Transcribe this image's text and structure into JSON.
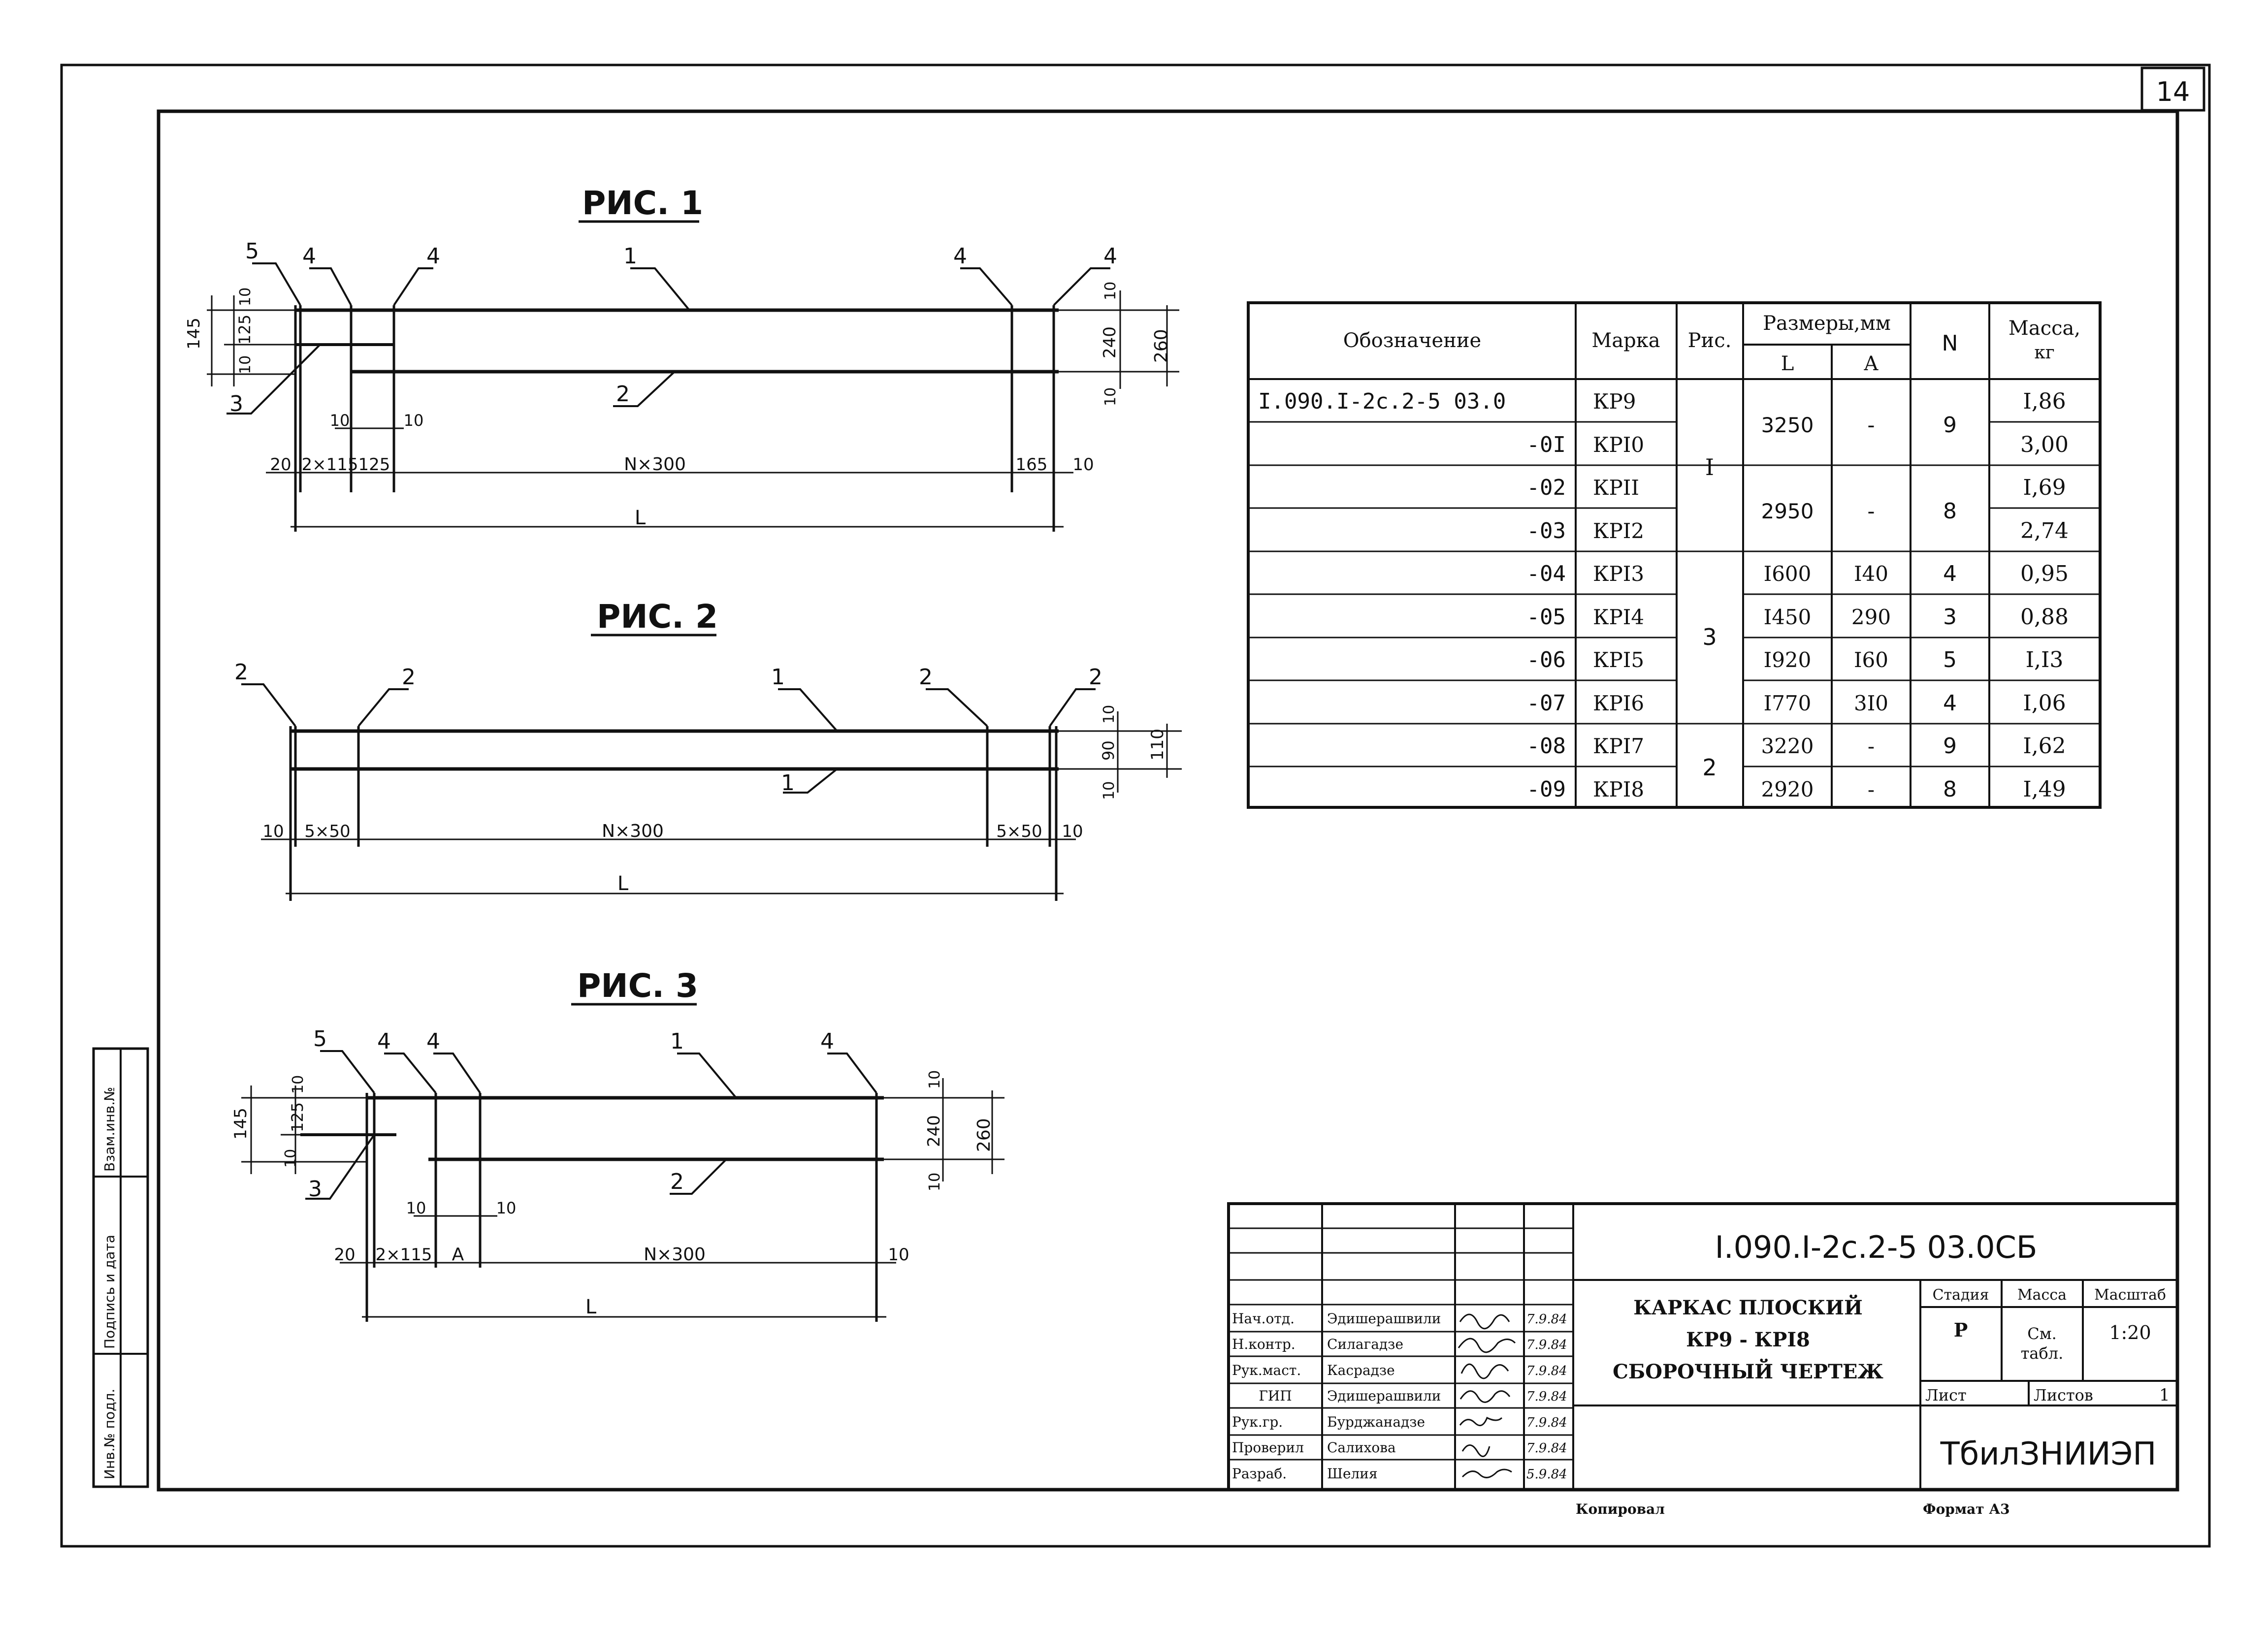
{
  "sheet": {
    "page_number": "14",
    "format_label": "Формат А3",
    "copied_label": "Копировал"
  },
  "side_stamp": {
    "vzam_inv": "Взам.инв.№",
    "signature_date": "Подпись и дата",
    "inv_podl": "Инв.№ подл."
  },
  "fig1": {
    "title": "РИС. 1",
    "callouts": [
      "5",
      "4",
      "4",
      "1",
      "4",
      "4",
      "3",
      "2"
    ],
    "dims": {
      "d145": "145",
      "d125": "125",
      "d10a": "10",
      "d10b": "10",
      "d10r1": "10",
      "d240": "240",
      "d10r2": "10",
      "d260": "260",
      "d10m1": "10",
      "d10m2": "10",
      "d20": "20",
      "d2x115": "2×115",
      "d125b": "125",
      "dNx300": "N×300",
      "d165": "165",
      "d10end": "10",
      "dL": "L"
    }
  },
  "fig2": {
    "title": "РИС. 2",
    "callouts": [
      "2",
      "2",
      "1",
      "2",
      "2",
      "1"
    ],
    "dims": {
      "d10r1": "10",
      "d90": "90",
      "d10r2": "10",
      "d110": "110",
      "d10": "10",
      "d5x50a": "5×50",
      "dNx300": "N×300",
      "d5x50b": "5×50",
      "d10end": "10",
      "dL": "L"
    }
  },
  "fig3": {
    "title": "РИС. 3",
    "callouts": [
      "5",
      "4",
      "4",
      "1",
      "4",
      "3",
      "2"
    ],
    "dims": {
      "d145": "145",
      "d125": "125",
      "d10a": "10",
      "d10b": "10",
      "d10r1": "10",
      "d240": "240",
      "d10r2": "10",
      "d260": "260",
      "d10m1": "10",
      "d10m2": "10",
      "d20": "20",
      "d2x115": "2×115",
      "dA": "A",
      "dNx300": "N×300",
      "d10end": "10",
      "dL": "L"
    }
  },
  "spec_table": {
    "headers": {
      "designation": "Обозначение",
      "mark": "Марка",
      "fig": "Рис.",
      "sizes": "Размеры,мм",
      "L": "L",
      "A": "A",
      "N": "N",
      "mass": "Масса,",
      "mass_unit": "кг"
    },
    "rows": [
      {
        "designation": "I.090.I-2c.2-5 03.0",
        "mark": "КР9",
        "mass": "I,86"
      },
      {
        "designation": "-0I",
        "mark": "КРI0",
        "mass": "3,00"
      },
      {
        "designation": "-02",
        "mark": "КРII",
        "mass": "I,69"
      },
      {
        "designation": "-03",
        "mark": "КРI2",
        "mass": "2,74"
      },
      {
        "designation": "-04",
        "mark": "КРI3",
        "L": "I600",
        "A": "I40",
        "N": "4",
        "mass": "0,95"
      },
      {
        "designation": "-05",
        "mark": "КРI4",
        "L": "I450",
        "A": "290",
        "N": "3",
        "mass": "0,88"
      },
      {
        "designation": "-06",
        "mark": "КРI5",
        "L": "I920",
        "A": "I60",
        "N": "5",
        "mass": "I,I3"
      },
      {
        "designation": "-07",
        "mark": "КРI6",
        "L": "I770",
        "A": "3I0",
        "N": "4",
        "mass": "I,06"
      },
      {
        "designation": "-08",
        "mark": "КРI7",
        "L": "3220",
        "A": "-",
        "N": "9",
        "mass": "I,62"
      },
      {
        "designation": "-09",
        "mark": "КРI8",
        "L": "2920",
        "A": "-",
        "N": "8",
        "mass": "I,49"
      }
    ],
    "merged": {
      "fig_I": "I",
      "fig_3": "3",
      "fig_2": "2",
      "L_3250": "3250",
      "A_3250": "-",
      "N_9": "9",
      "L_2950": "2950",
      "A_2950": "-",
      "N_8": "8"
    }
  },
  "title_block": {
    "code": "I.090.I-2c.2-5 03.0СБ",
    "name_line1": "КАРКАС ПЛОСКИЙ",
    "name_line2": "КР9 - КРI8",
    "name_line3": "СБОРОЧНЫЙ ЧЕРТЕЖ",
    "stage_label": "Стадия",
    "mass_label": "Масса",
    "scale_label": "Масштаб",
    "stage_value": "Р",
    "mass_value_1": "См.",
    "mass_value_2": "табл.",
    "scale_value": "1:20",
    "sheet_label": "Лист",
    "sheets_label": "Листов",
    "sheets_value": "1",
    "org": "ТбилЗНИИЭП",
    "people": [
      {
        "role": "Нач.отд.",
        "name": "Эдишерашвили",
        "date": "7.9.84"
      },
      {
        "role": "Н.контр.",
        "name": "Силагадзе",
        "date": "7.9.84"
      },
      {
        "role": "Рук.маст.",
        "name": "Касрадзе",
        "date": "7.9.84"
      },
      {
        "role": "ГИП",
        "name": "Эдишерашвили",
        "date": "7.9.84"
      },
      {
        "role": "Рук.гр.",
        "name": "Бурджанадзе",
        "date": "7.9.84"
      },
      {
        "role": "Проверил",
        "name": "Салихова",
        "date": "7.9.84"
      },
      {
        "role": "Разраб.",
        "name": "Шелия",
        "date": "5.9.84"
      }
    ]
  }
}
